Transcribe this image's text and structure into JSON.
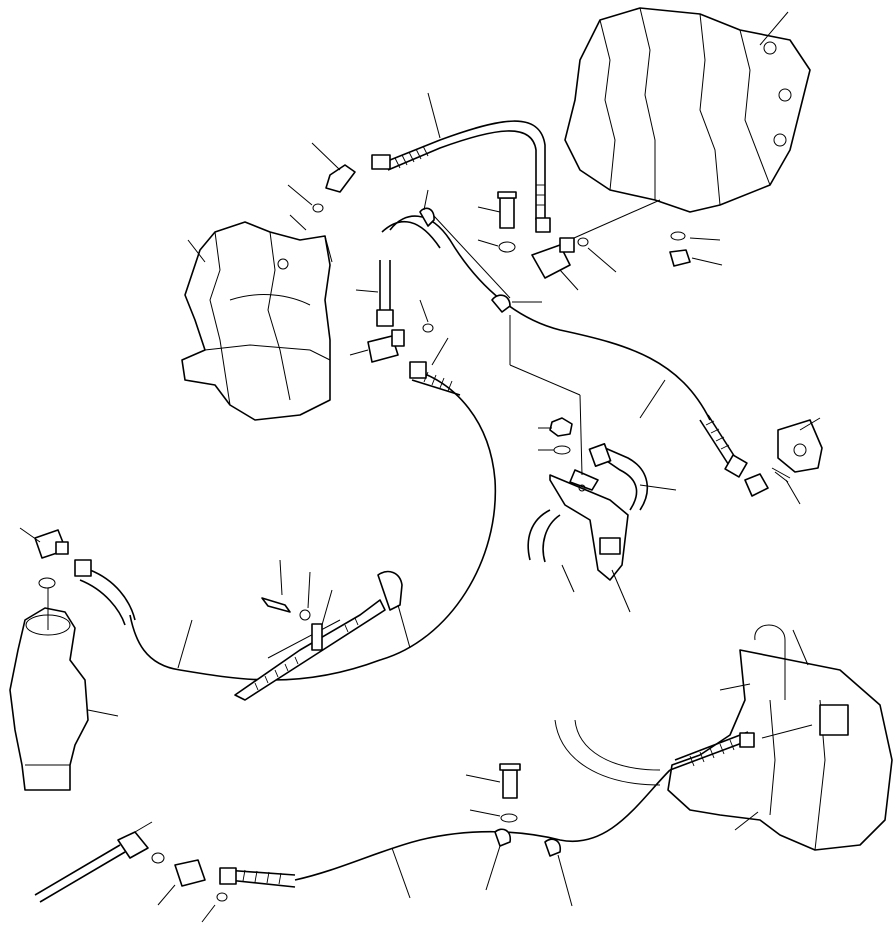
{
  "diagram": {
    "components": [
      {
        "id": "control-valve",
        "label": ""
      },
      {
        "id": "pump",
        "label": ""
      },
      {
        "id": "steering-unit",
        "label": ""
      },
      {
        "id": "transmission",
        "label": ""
      },
      {
        "id": "bracket",
        "label": ""
      },
      {
        "id": "sensor-block",
        "label": ""
      }
    ],
    "colors": {
      "line": "#000000",
      "background": "#ffffff"
    }
  }
}
